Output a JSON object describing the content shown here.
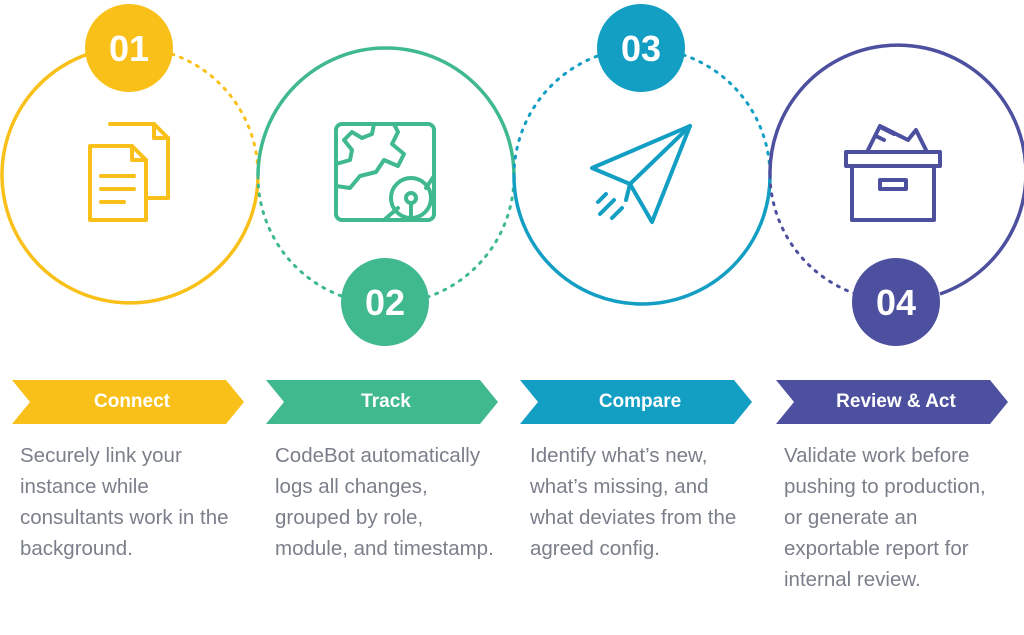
{
  "steps": [
    {
      "number": "01",
      "title": "Connect",
      "description": "Securely link your instance while consultants work in the background.",
      "icon": "documents-icon",
      "color": "#F9C01A"
    },
    {
      "number": "02",
      "title": "Track",
      "description": "CodeBot automatically logs all changes, grouped by role, module, and timestamp.",
      "icon": "gears-icon",
      "color": "#3FB98D"
    },
    {
      "number": "03",
      "title": "Compare",
      "description": "Identify what’s new, what’s missing, and what deviates from the agreed config.",
      "icon": "paper-plane-icon",
      "color": "#139EC3"
    },
    {
      "number": "04",
      "title": "Review & Act",
      "description": "Validate work before pushing to production, or generate an exportable report for internal review.",
      "icon": "archive-box-icon",
      "color": "#4D4F9F"
    }
  ]
}
